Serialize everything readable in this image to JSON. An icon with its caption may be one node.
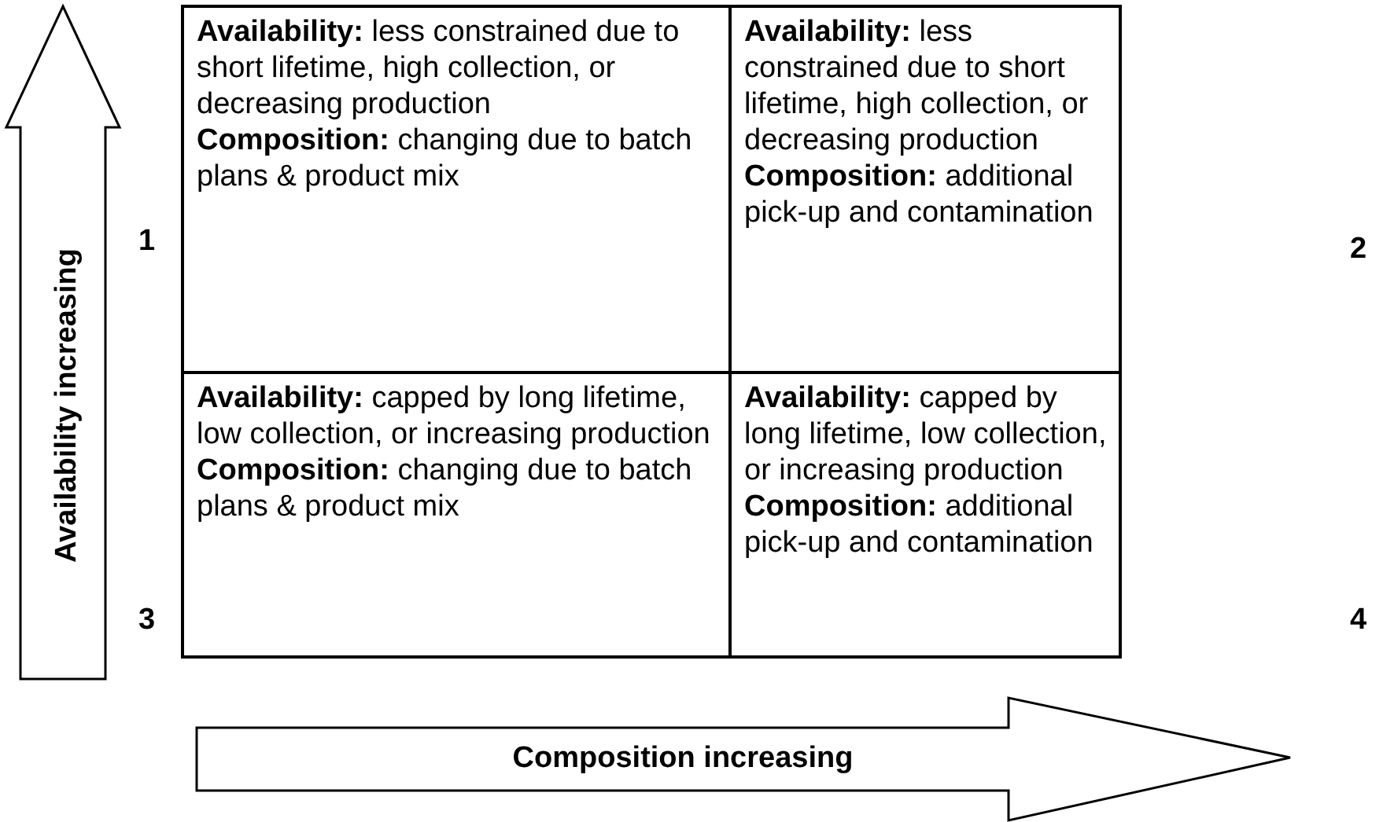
{
  "diagram": {
    "nodes": [
      {
        "text": [
          "Availability increasing"
        ]
      },
      {
        "text": [
          "**Availability:** less constrained due to short lifetime, high collection, or decreasing production",
          "**Composition:** changing due to batch plans & product mix"
        ]
      },
      {
        "text": [
          "**Availability:** less constrained due to short lifetime, high collection, or decreasing production",
          "**Composition:** additional pick-up and contamination"
        ]
      },
      {
        "text": [
          "**Availability:** capped by long lifetime, low collection, or increasing production",
          "**Composition:** changing due to batch plans & product mix"
        ]
      },
      {
        "text": [
          "**Availability:** capped by long lifetime, low collection, or increasing production",
          "**Composition:** additional pick-up and contamination"
        ]
      },
      {
        "text": [
          "Composition increasing"
        ]
      }
    ],
    "labels": [
      "1",
      "2",
      "3",
      "4"
    ]
  }
}
